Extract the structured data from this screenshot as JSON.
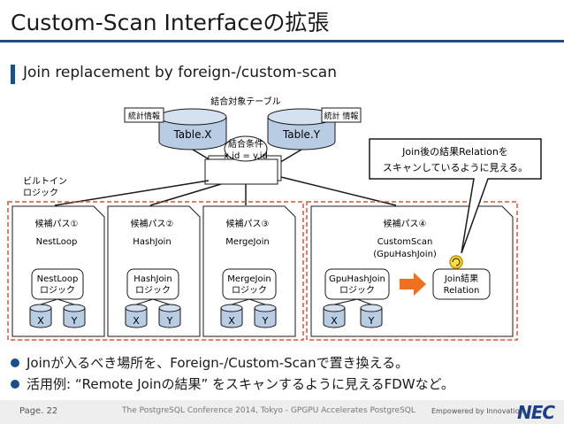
{
  "header": {
    "title": "Custom-Scan Interfaceの拡張",
    "subtitle": "Join replacement by foreign-/custom-scan"
  },
  "diagram": {
    "target_table_label": "結合対象テーブル",
    "stats_label_1": "統計情報",
    "stats_label_2": "統計 情報",
    "table_x": "Table.X",
    "table_y": "Table.Y",
    "join_cond_label": "結合条件",
    "join_cond_expr": "x.id = y.id",
    "builtin_line1": "ビルトイン",
    "builtin_line2": "ロジック",
    "callout_line1": "Join後の結果Relationを",
    "callout_line2": "スキャンしているように見える。",
    "paths": [
      {
        "label": "候補パス①",
        "name": "NestLoop",
        "logic1": "NestLoop",
        "logic2": "ロジック",
        "x": "X",
        "y": "Y"
      },
      {
        "label": "候補パス②",
        "name": "HashJoin",
        "logic1": "HashJoin",
        "logic2": "ロジック",
        "x": "X",
        "y": "Y"
      },
      {
        "label": "候補パス③",
        "name": "MergeJoin",
        "logic1": "MergeJoin",
        "logic2": "ロジック",
        "x": "X",
        "y": "Y"
      },
      {
        "label": "候補パス④",
        "name": "CustomScan",
        "name2": "(GpuHashJoin)",
        "logic1": "GpuHashJoin",
        "logic2": "ロジック",
        "x": "X",
        "y": "Y",
        "result1": "Join結果",
        "result2": "Relation"
      }
    ]
  },
  "bullets": [
    "Joinが入るべき場所を、Foreign-/Custom-Scanで置き換える。",
    "活用例: “Remote Joinの結果” をスキャンするように見えるFDWなど。"
  ],
  "footer": {
    "page": "Page. 22",
    "conference": "The PostgreSQL Conference 2014, Tokyo - GPGPU Accelerates PostgreSQL",
    "tagline": "Empowered by Innovation",
    "logo": "NEC"
  },
  "colors": {
    "accent": "#1a4f8b",
    "cylinder": "#b8cce4",
    "dashed_border": "#e05030",
    "arrow": "#f07020"
  }
}
